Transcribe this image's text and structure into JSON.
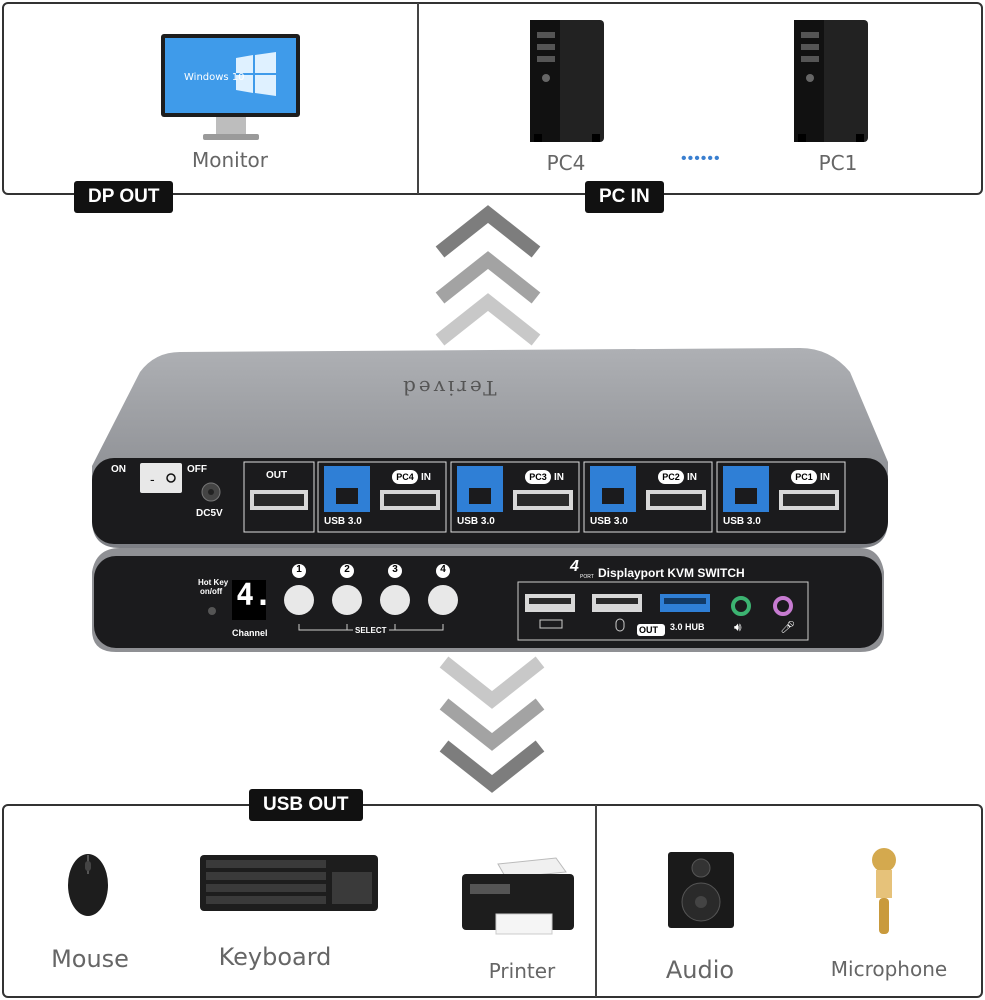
{
  "top_left": {
    "tag": "DP OUT",
    "monitor_label": "Monitor",
    "screen_text": "Windows 10"
  },
  "top_right": {
    "tag": "PC IN",
    "pc_left_label": "PC4",
    "pc_right_label": "PC1",
    "dots": "••••••"
  },
  "bottom": {
    "tag": "USB OUT",
    "mouse_label": "Mouse",
    "keyboard_label": "Keyboard",
    "printer_label": "Printer",
    "audio_label": "Audio",
    "microphone_label": "Microphone"
  },
  "device": {
    "brand": "Terived",
    "rear": {
      "switch_on": "ON",
      "switch_off": "OFF",
      "power": "DC5V",
      "out": "OUT",
      "ports": [
        {
          "usb": "USB 3.0",
          "pc": "PC4",
          "in": "IN"
        },
        {
          "usb": "USB 3.0",
          "pc": "PC3",
          "in": "IN"
        },
        {
          "usb": "USB 3.0",
          "pc": "PC2",
          "in": "IN"
        },
        {
          "usb": "USB 3.0",
          "pc": "PC1",
          "in": "IN"
        }
      ]
    },
    "front": {
      "hotkey": "Hot Key",
      "hotkey2": "on/off",
      "digit": "4.",
      "channel": "Channel",
      "buttons": [
        "1",
        "2",
        "3",
        "4"
      ],
      "select": "SELECT",
      "port_count": "4",
      "port_word": "PORT",
      "product": "Displayport KVM SWITCH",
      "out": "OUT",
      "hub": "3.0 HUB"
    }
  },
  "colors": {
    "frame": "#333333",
    "tag_bg": "#111111",
    "caption": "#666666",
    "chevron": "#8a8a8a",
    "usb_blue": "#2f7fd6",
    "audio_green": "#3cb371",
    "mic_pink": "#c77bd1",
    "device_body": "#8f9094",
    "panel": "#1b1b1d"
  }
}
